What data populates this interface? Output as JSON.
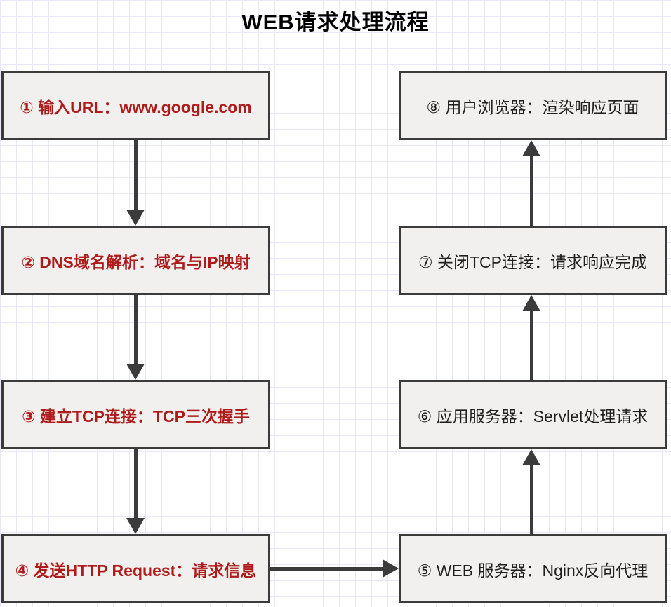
{
  "title": "WEB请求处理流程",
  "nodes": [
    {
      "id": 1,
      "label": "① 输入URL：www.google.com",
      "column": "left",
      "text_color": "#ad1b1b"
    },
    {
      "id": 2,
      "label": "② DNS域名解析：域名与IP映射",
      "column": "left",
      "text_color": "#ad1b1b"
    },
    {
      "id": 3,
      "label": "③ 建立TCP连接：TCP三次握手",
      "column": "left",
      "text_color": "#ad1b1b"
    },
    {
      "id": 4,
      "label": "④ 发送HTTP Request：请求信息",
      "column": "left",
      "text_color": "#ad1b1b"
    },
    {
      "id": 5,
      "label": "⑤ WEB 服务器：Nginx反向代理",
      "column": "right",
      "text_color": "#1f1f1f"
    },
    {
      "id": 6,
      "label": "⑥ 应用服务器：Servlet处理请求",
      "column": "right",
      "text_color": "#1f1f1f"
    },
    {
      "id": 7,
      "label": "⑦ 关闭TCP连接：请求响应完成",
      "column": "right",
      "text_color": "#1f1f1f"
    },
    {
      "id": 8,
      "label": "⑧ 用户浏览器：渲染响应页面",
      "column": "right",
      "text_color": "#1f1f1f"
    }
  ],
  "edges": [
    {
      "from": 1,
      "to": 2,
      "direction": "down"
    },
    {
      "from": 2,
      "to": 3,
      "direction": "down"
    },
    {
      "from": 3,
      "to": 4,
      "direction": "down"
    },
    {
      "from": 4,
      "to": 5,
      "direction": "right"
    },
    {
      "from": 5,
      "to": 6,
      "direction": "up"
    },
    {
      "from": 6,
      "to": 7,
      "direction": "up"
    },
    {
      "from": 7,
      "to": 8,
      "direction": "up"
    }
  ],
  "colors": {
    "background": "#ffffff",
    "grid_line": "#e7e7f8",
    "box_fill": "#f1f0ee",
    "box_border": "#3b3b3b",
    "arrow": "#3b3b3b",
    "left_column_text": "#ad1b1b",
    "right_column_text": "#1f1f1f",
    "title_text": "#000000"
  }
}
